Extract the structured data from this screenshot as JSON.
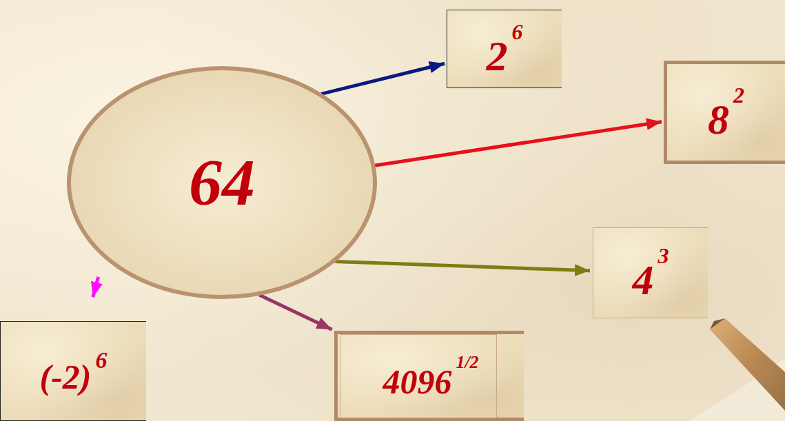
{
  "diagram": {
    "nodes": [
      {
        "text": [
          "64"
        ]
      },
      {
        "text": [
          "2",
          "6"
        ]
      },
      {
        "text": [
          "8",
          "2"
        ]
      },
      {
        "text": [
          "4",
          "3"
        ]
      },
      {
        "text": [
          "(-2)",
          "6"
        ]
      },
      {
        "text": [
          "4096",
          "1/2"
        ]
      }
    ],
    "edges": [
      {
        "from": 0,
        "to": 1,
        "arrow": "to"
      },
      {
        "from": 0,
        "to": 2,
        "arrow": "to"
      },
      {
        "from": 0,
        "to": 3,
        "arrow": "to"
      },
      {
        "from": 0,
        "to": 4,
        "arrow": "to"
      },
      {
        "from": 0,
        "to": 5,
        "arrow": "to"
      }
    ]
  }
}
